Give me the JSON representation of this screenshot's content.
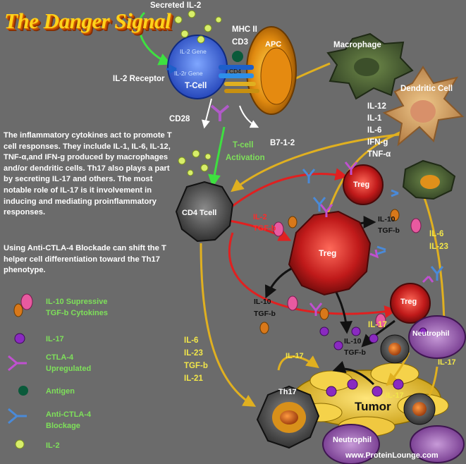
{
  "title": "The Danger Signal",
  "paragraph_1": "The inflammatory cytokines act to promote T cell responses. They include IL-1, IL-6, IL-12, TNF-α,and IFN-g produced by macrophages and/or dendritic cells. Th17 also plays a part by secreting IL-17 and others. The most notable role of IL-17 is it involvement in inducing and mediating proinflammatory responses.",
  "paragraph_2": "Using Anti-CTLA-4 Blockade can shift the T helper cell differentiation toward the Th17 phenotype.",
  "labels": {
    "secreted_il2": "Secreted IL-2",
    "mhc_ii": "MHC II",
    "cd3": "CD3",
    "apc": "APC",
    "il2_gene": "IL-2 Gene",
    "il2r_gene": "IL-2r Gene",
    "cd4_small": "CD4",
    "tcell": "T-Cell",
    "il2_receptor": "IL-2 Receptor",
    "cd28": "CD28",
    "b712": "B7-1-2",
    "tcell_activation_1": "T-cell",
    "tcell_activation_2": "Activation",
    "macrophage": "Macrophage",
    "dendritic_cell": "Dendritic Cell",
    "cyto_list": [
      "IL-12",
      "IL-1",
      "IL-6",
      "IFN-g",
      "TNF-α"
    ],
    "cd4_tcell": "CD4  Tcell",
    "treg_top": "Treg",
    "treg_main": "Treg",
    "treg_right": "Treg",
    "il2_red": "IL-2",
    "tgfb_red": "TGF-b",
    "il10_a": "IL-10",
    "tgfb_a": "TGF-b",
    "il10_b": "IL-10",
    "tgfb_b": "TGF-b",
    "il10_c": "IL-10",
    "tgfb_c": "TGF-b",
    "il6_right": "IL-6",
    "il23_right": "IL-23",
    "il17_right": "IL-17",
    "il17_far_right": "IL-17",
    "il17_mid": "IL-17",
    "il17_tumor": "IL-17",
    "th17_inputs": [
      "IL-6",
      "IL-23",
      "TGF-b",
      "IL-21"
    ],
    "neutrophil_right": "Neutrophil",
    "th17": "Th17",
    "tumor": "Tumor",
    "neutrophil_bottom": "Neutrophil",
    "footer": "www.ProteinLounge.com"
  },
  "legend": [
    {
      "icon": "il10-tgfb-icon",
      "lines": [
        "IL-10  Supressive",
        "TGF-b Cytokines"
      ]
    },
    {
      "icon": "il17-icon",
      "lines": [
        "IL-17"
      ]
    },
    {
      "icon": "ctla4-icon",
      "lines": [
        "CTLA-4",
        "Upregulated"
      ]
    },
    {
      "icon": "antigen-icon",
      "lines": [
        "Antigen"
      ]
    },
    {
      "icon": "anti-ctla4-icon",
      "lines": [
        "Anti-CTLA-4",
        "Blockage"
      ]
    },
    {
      "icon": "il2-icon",
      "lines": [
        "IL-2"
      ]
    }
  ],
  "colors": {
    "background": "#6b6b6b",
    "title_fill": "#ffd21a",
    "treg_red": "#c82020",
    "yellow_arrow": "#e0b020",
    "red_arrow": "#e02020",
    "label_green": "#7ee05a"
  }
}
